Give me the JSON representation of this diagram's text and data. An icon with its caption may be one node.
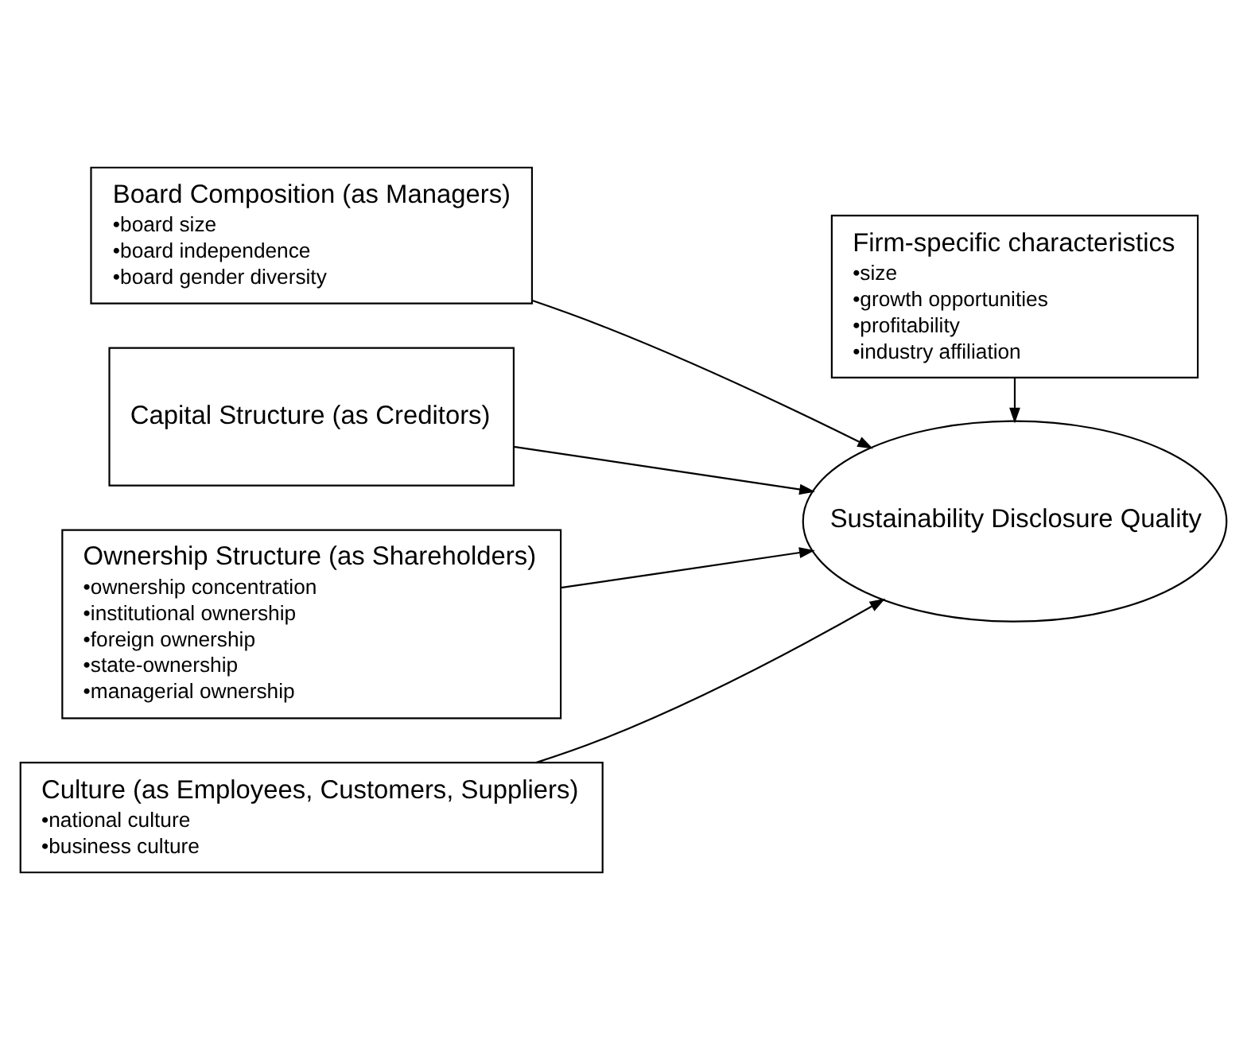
{
  "diagram": {
    "nodes": [
      {
        "text": [
          "Board Composition (as Managers)",
          "•board size",
          "•board independence",
          "•board gender diversity"
        ]
      },
      {
        "text": [
          "Capital Structure (as Creditors)"
        ]
      },
      {
        "text": [
          "Sustainability Disclosure Quality"
        ]
      },
      {
        "text": [
          "Ownership Structure (as Shareholders)",
          "•ownership concentration",
          "•institutional ownership",
          "•foreign ownership",
          "•state-ownership",
          "•managerial ownership"
        ]
      },
      {
        "text": [
          "Firm-specific characteristics",
          "•size",
          "•growth opportunities",
          "•profitability",
          "•industry affiliation"
        ]
      },
      {
        "text": [
          "Culture (as Employees, Customers, Suppliers)",
          "•national culture",
          "•business culture"
        ]
      }
    ],
    "edges": [
      {
        "from": 0,
        "to": 2,
        "arrow": "to"
      },
      {
        "from": 1,
        "to": 2,
        "arrow": "to"
      },
      {
        "from": 3,
        "to": 2,
        "arrow": "to"
      },
      {
        "from": 5,
        "to": 2,
        "arrow": "to"
      },
      {
        "from": 4,
        "to": 2,
        "arrow": "to"
      }
    ]
  }
}
